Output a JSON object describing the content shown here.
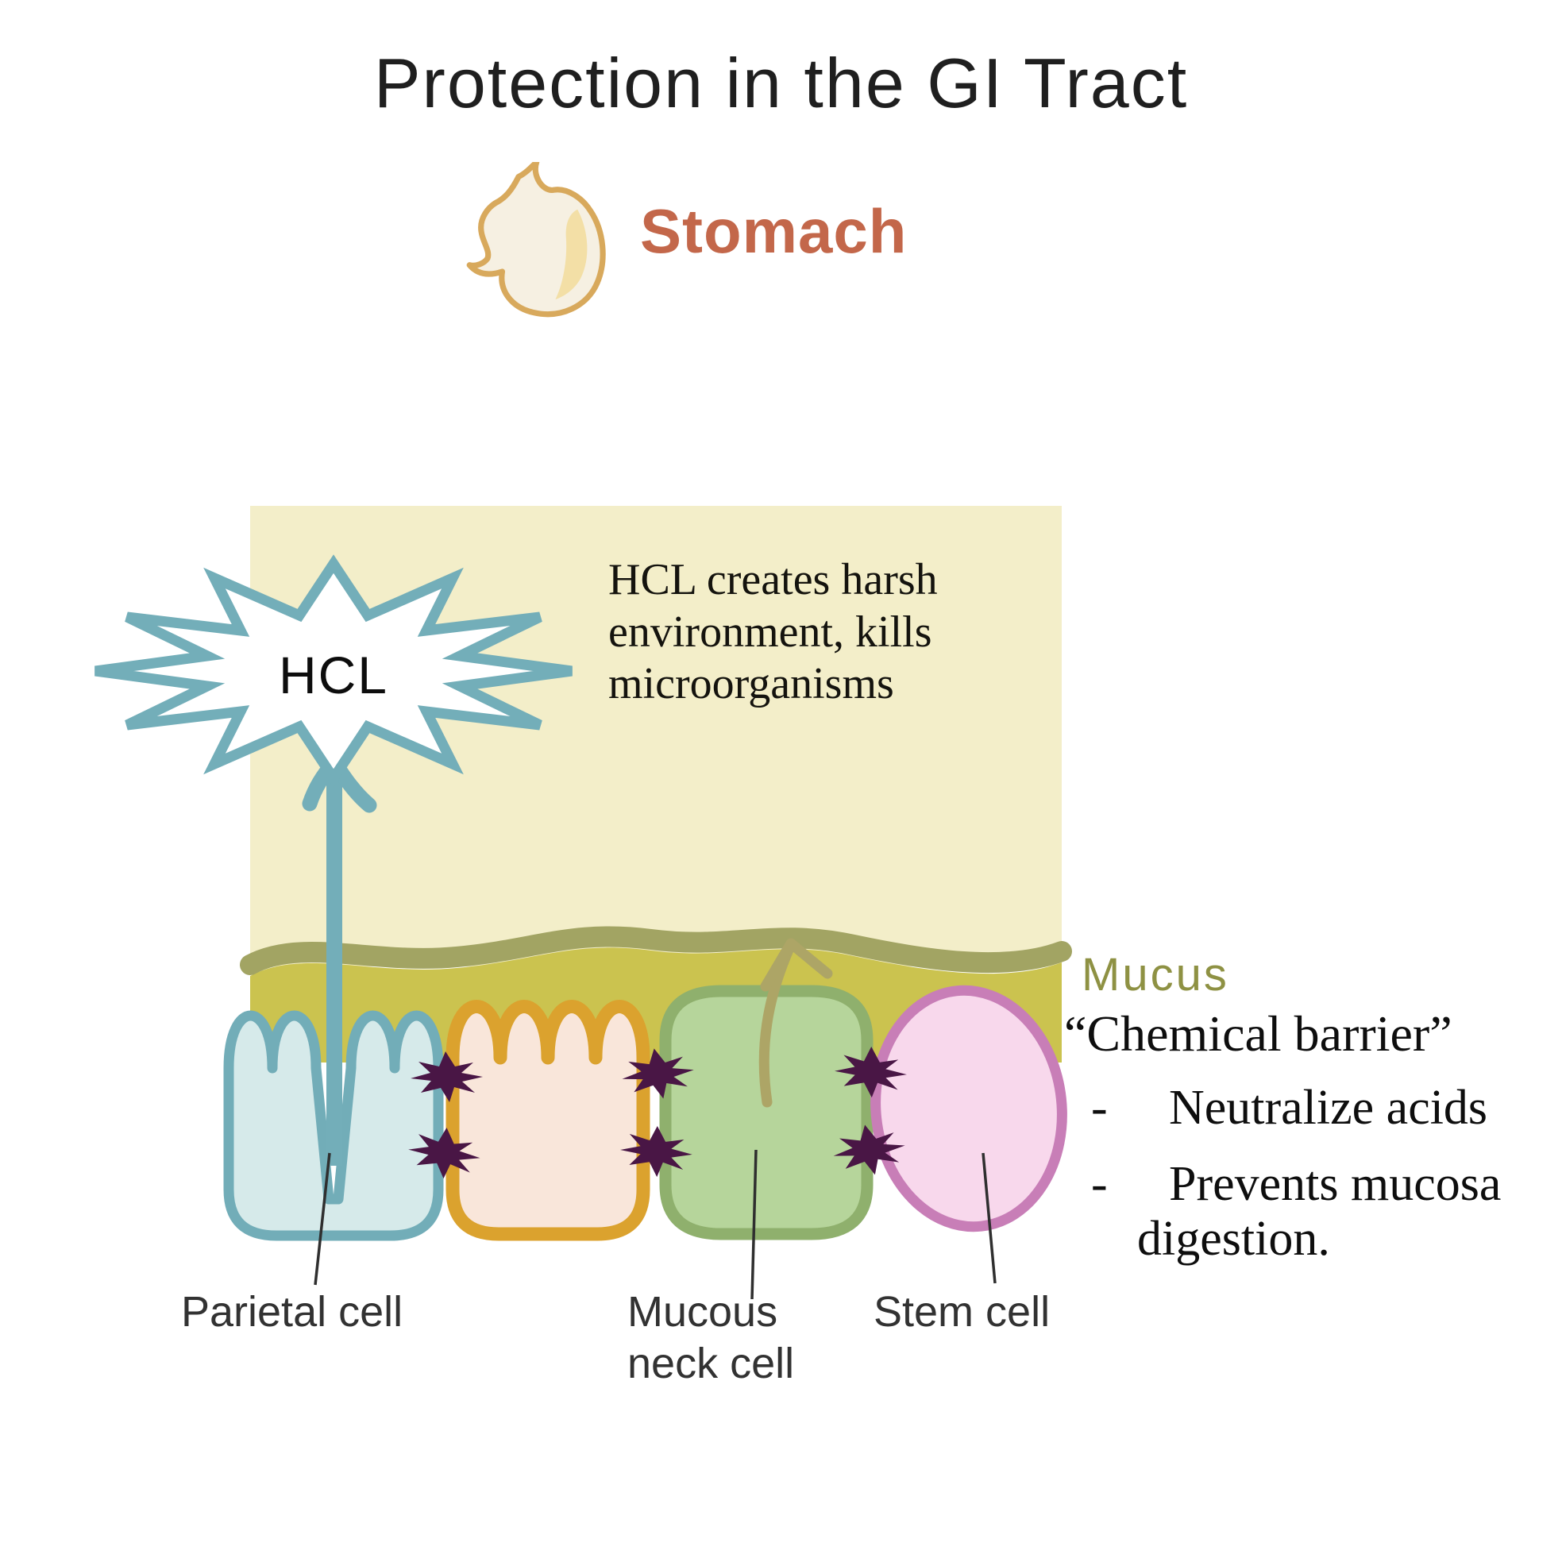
{
  "title": "Protection in the GI Tract",
  "stomach": {
    "label": "Stomach"
  },
  "lumen_note": {
    "line1": "HCL creates harsh",
    "line2": "environment, kills",
    "line3": "microorganisms"
  },
  "hcl_star": {
    "label": "HCL"
  },
  "mucus": {
    "label": "Mucus"
  },
  "barrier": {
    "title": "“Chemical barrier”",
    "bullets": [
      {
        "dash": "-",
        "text": "Neutralize acids"
      },
      {
        "dash": "-",
        "text": "Prevents mucosa digestion."
      }
    ]
  },
  "cell_labels": {
    "parietal": "Parietal cell",
    "mucous_neck_line1": "Mucous",
    "mucous_neck_line2": "neck cell",
    "stem": "Stem cell"
  },
  "icons": {
    "stomach": "stomach-icon",
    "hcl_burst": "hcl-burst-star-icon",
    "secretion_arrow": "hcl-secretion-arrow-icon",
    "mucus_arrow": "mucus-secretion-arrow-icon",
    "tight_junction": "tight-junction-star-icon"
  },
  "colors": {
    "lumen_fill": "#f3eec9",
    "mucus_fill": "#cbc34f",
    "mucus_line": "#a2a463",
    "teal": "#73aeb9",
    "parietal_fill": "#d6eaea",
    "mucous_cell_border": "#dba22e",
    "mucous_cell_fill": "#f9e6da",
    "neck_cell_border": "#8fb06d",
    "neck_cell_fill": "#b6d59b",
    "stem_border": "#c87eb7",
    "stem_fill": "#f8d8ec",
    "junction_purple": "#491645",
    "khaki_arrow": "#ada566",
    "stomach_outline": "#d8a95c",
    "stomach_fill": "#f6f0e2",
    "stomach_highlight": "#f3dfa6",
    "stomach_text": "#c3674a",
    "mucus_text": "#8e9143"
  }
}
